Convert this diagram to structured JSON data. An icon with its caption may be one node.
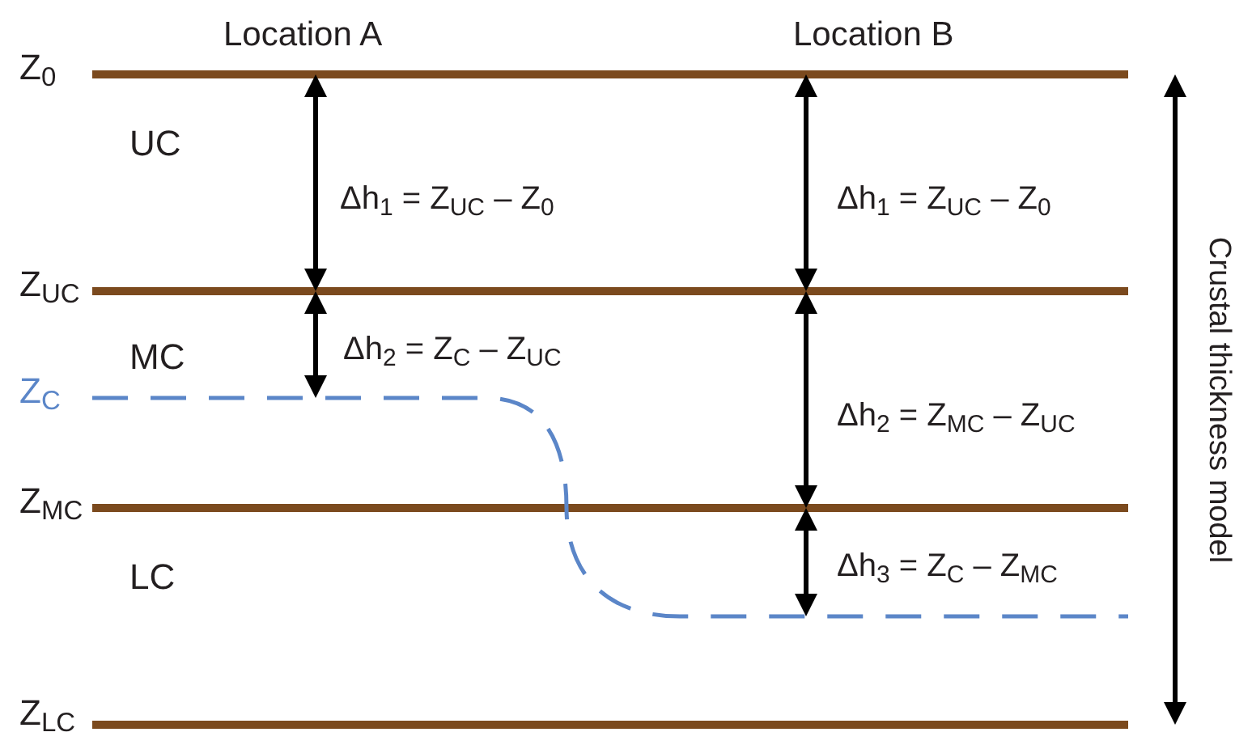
{
  "diagram": {
    "labels": [
      "Location A",
      "Location B",
      "Z$_{0}$",
      "UC",
      "Δh$_{1}$ = Z$_{UC}$ – Z$_{0}$",
      "Δh$_{1}$ = Z$_{UC}$ – Z$_{0}$",
      "Crustal thickness model",
      "Z$_{UC}$",
      "MC",
      "Δh$_{2}$ = Z$_{C}$ – Z$_{UC}$",
      "Δh$_{2}$ = Z$_{MC}$ – Z$_{UC}$",
      "Z$_{C}$",
      "Z$_{MC}$",
      "LC",
      "Δh$_{3}$ = Z$_{C}$ – Z$_{MC}$",
      "Z$_{LC}$"
    ]
  }
}
